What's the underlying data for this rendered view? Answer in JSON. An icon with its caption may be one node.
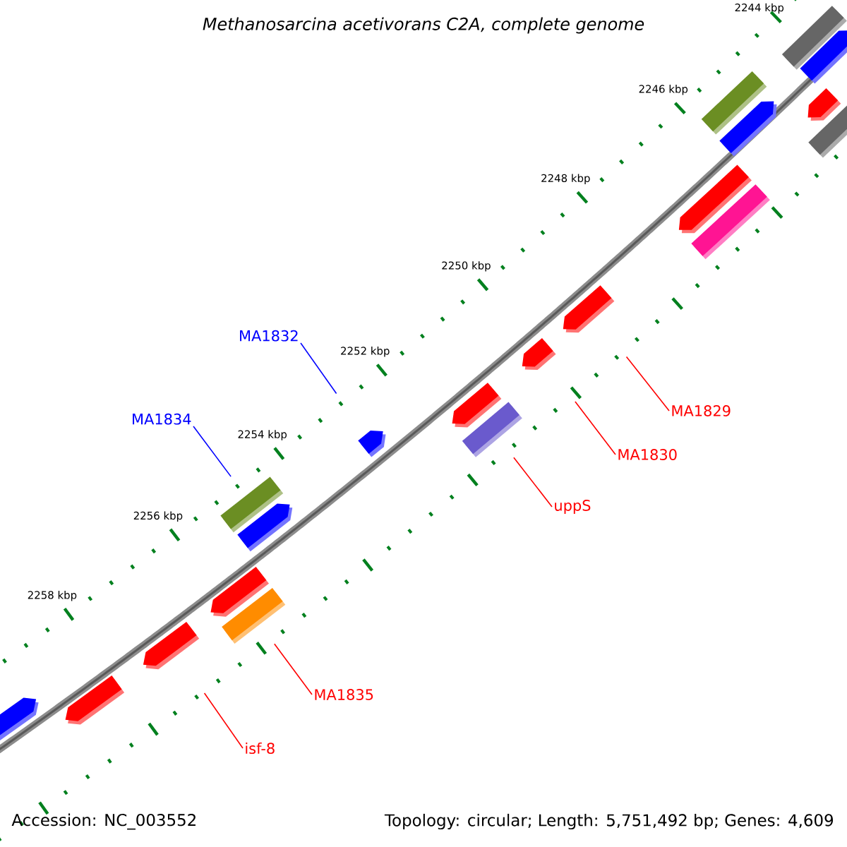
{
  "diagram": {
    "title": "Methanosarcina acetivorans C2A, complete genome",
    "nodes": [
      {
        "text": [
          "MA1832"
        ]
      },
      {
        "text": [
          "MA1829"
        ]
      },
      {
        "text": [
          "MA1834"
        ]
      },
      {
        "text": [
          "MA1830"
        ]
      },
      {
        "text": [
          "uppS"
        ]
      },
      {
        "text": [
          "MA1835"
        ]
      },
      {
        "text": [
          "isf-8"
        ]
      },
      {
        "text": [],
        "shape": "bar"
      },
      {
        "text": [],
        "shape": "bar"
      },
      {
        "text": [],
        "shape": "bar"
      },
      {
        "text": [],
        "shape": "bar"
      },
      {
        "text": [],
        "shape": "bar"
      },
      {
        "text": [],
        "shape": "bar"
      },
      {
        "text": [],
        "shape": "bar"
      },
      {
        "text": [],
        "shape": "bar"
      },
      {
        "text": [],
        "shape": "bar"
      },
      {
        "text": [],
        "shape": "bar"
      },
      {
        "text": [],
        "shape": "bar"
      },
      {
        "text": [],
        "shape": "bar"
      },
      {
        "text": [],
        "shape": "bar"
      },
      {
        "text": [],
        "shape": "bar"
      },
      {
        "text": [],
        "shape": "bar"
      },
      {
        "text": [],
        "shape": "bar"
      },
      {
        "text": [],
        "shape": "bar"
      },
      {
        "text": [],
        "shape": "bar"
      },
      {
        "text": [],
        "shape": "bar"
      },
      {
        "text": [],
        "shape": "bar"
      }
    ],
    "edges": [
      {
        "from": 0,
        "to": 19,
        "arrow": "none",
        "color": "#0000ff"
      },
      {
        "from": 1,
        "to": 15,
        "arrow": "none"
      },
      {
        "from": 2,
        "to": 20,
        "arrow": "none",
        "color": "#0000ff"
      },
      {
        "from": 3,
        "to": 16,
        "arrow": "none"
      },
      {
        "from": 4,
        "to": 18,
        "arrow": "none"
      },
      {
        "from": 5,
        "to": 23,
        "arrow": "none"
      },
      {
        "from": 6,
        "to": 24,
        "arrow": "none"
      }
    ],
    "labels": [
      "2244 kbp",
      "2246 kbp",
      "2248 kbp",
      "2250 kbp",
      "2252 kbp",
      "2254 kbp",
      "2256 kbp",
      "2258 kbp",
      "Accession: NC_003552",
      "Topology: circular; Length: 5,751,492 bp; Genes: 4,609"
    ]
  }
}
